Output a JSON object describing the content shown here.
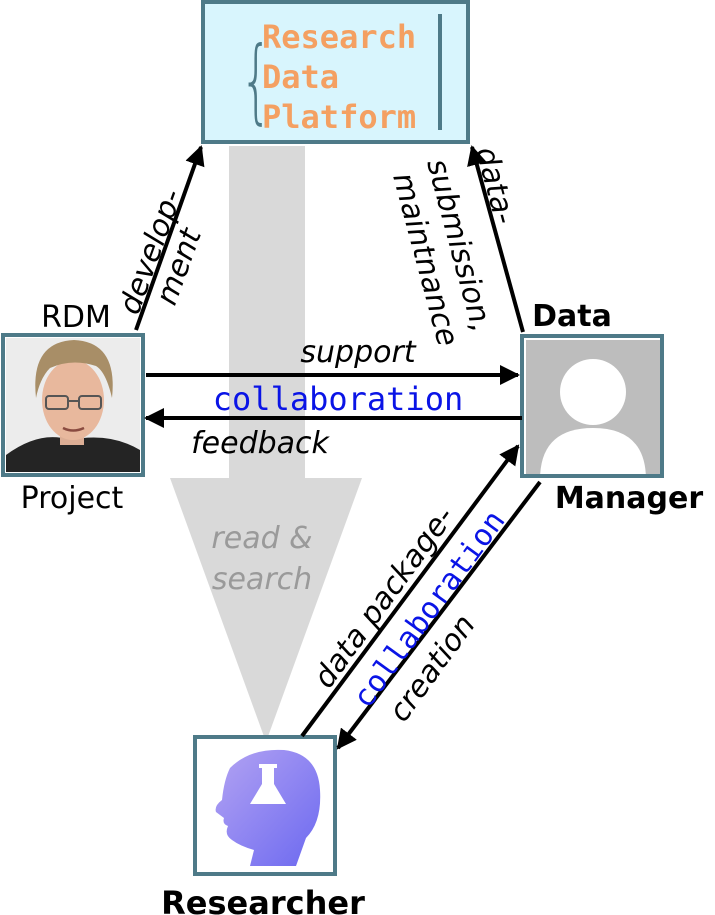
{
  "platform": {
    "brace": "{",
    "line1": "Research",
    "line2": "Data",
    "line3": "Platform"
  },
  "nodes": {
    "rdm_top": "RDM",
    "rdm_bottom": "Project",
    "manager_top": "Data",
    "manager_bottom": "Manager",
    "researcher": "Researcher"
  },
  "edges": {
    "development_1": "develop-",
    "development_2": "ment",
    "submission_1": "data-",
    "submission_2": "submission,",
    "submission_3": "maintnance",
    "support": "support",
    "collaboration_mid": "collaboration",
    "feedback": "feedback",
    "read_search_1": "read &",
    "read_search_2": "search",
    "package_1": "data package-",
    "package_2": "creation",
    "collaboration_diag": "collaboration"
  },
  "icons": [
    "person-photo-icon",
    "user-silhouette-icon",
    "researcher-head-flask-icon"
  ],
  "colors": {
    "box_border": "#4e7a88",
    "platform_fill": "#d8f5fd",
    "platform_text": "#f4a062",
    "collaboration": "#0a14e6",
    "big_arrow": "#d9d9d9",
    "read_search_text": "#9a9a9a",
    "researcher_icon": "#7a73f0"
  }
}
